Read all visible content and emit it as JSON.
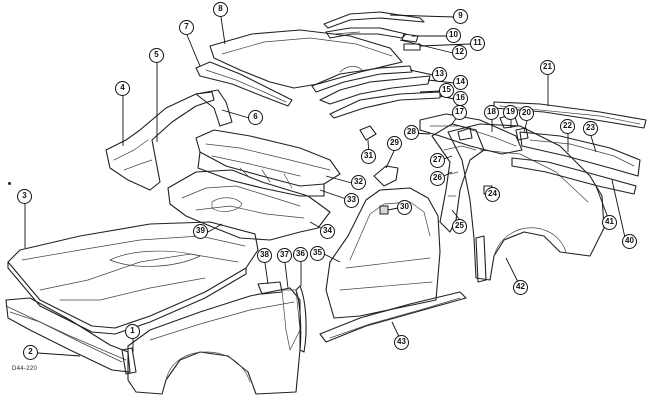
{
  "figure_code": "D44-220",
  "callouts": [
    "1",
    "2",
    "3",
    "4",
    "5",
    "6",
    "7",
    "8",
    "9",
    "10",
    "11",
    "12",
    "13",
    "14",
    "15",
    "16",
    "17",
    "18",
    "19",
    "20",
    "21",
    "22",
    "23",
    "24",
    "25",
    "26",
    "27",
    "28",
    "29",
    "30",
    "31",
    "32",
    "33",
    "34",
    "35",
    "36",
    "37",
    "38",
    "39",
    "40",
    "41",
    "42",
    "43"
  ]
}
